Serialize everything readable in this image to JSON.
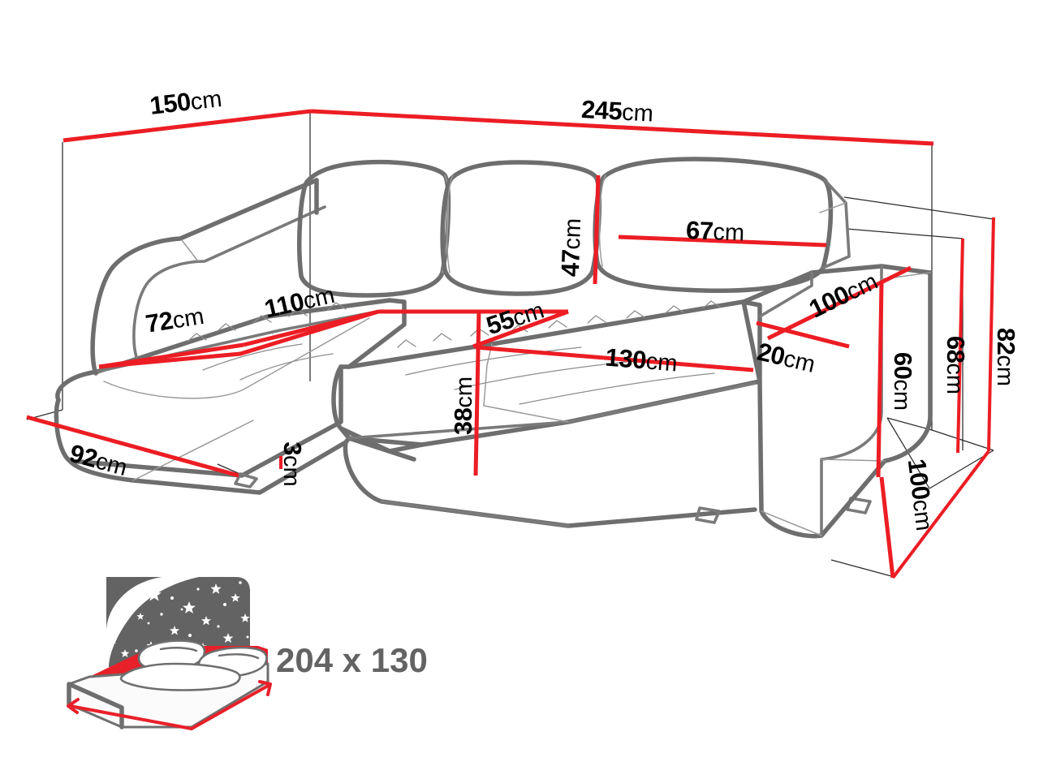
{
  "diagram": {
    "title": "Corner sofa bed dimension drawing",
    "unit_suffix": "cm",
    "colors": {
      "dimension_red": "#ec1d24",
      "outline_gray": "#6e6e6e",
      "icon_gray": "#636363",
      "mattress_red": "#e8202a",
      "background": "#ffffff"
    }
  },
  "dimensions": {
    "overall_depth_left": {
      "value": "150",
      "unit": "cm",
      "name": "overall-depth-left"
    },
    "overall_width_top": {
      "value": "245",
      "unit": "cm",
      "name": "overall-width-top"
    },
    "backrest_height": {
      "value": "47",
      "unit": "cm",
      "name": "backrest-cushion-height"
    },
    "backrest_width": {
      "value": "67",
      "unit": "cm",
      "name": "backrest-cushion-width"
    },
    "chaise_seat_depth": {
      "value": "72",
      "unit": "cm",
      "name": "chaise-seat-depth"
    },
    "chaise_seat_length": {
      "value": "110",
      "unit": "cm",
      "name": "chaise-seat-length"
    },
    "corner_seat_depth": {
      "value": "55",
      "unit": "cm",
      "name": "corner-seat-depth"
    },
    "seat_width_main": {
      "value": "130",
      "unit": "cm",
      "name": "main-seat-width"
    },
    "seat_height": {
      "value": "38",
      "unit": "cm",
      "name": "seat-height"
    },
    "armrest_depth": {
      "value": "100",
      "unit": "cm",
      "name": "armrest-depth"
    },
    "armrest_width": {
      "value": "20",
      "unit": "cm",
      "name": "armrest-width"
    },
    "armrest_height": {
      "value": "60",
      "unit": "cm",
      "name": "armrest-height"
    },
    "back_height_inner": {
      "value": "68",
      "unit": "cm",
      "name": "back-height-inner"
    },
    "total_height": {
      "value": "82",
      "unit": "cm",
      "name": "total-height"
    },
    "side_depth_right": {
      "value": "100",
      "unit": "cm",
      "name": "side-depth-right"
    },
    "chaise_base_depth": {
      "value": "92",
      "unit": "cm",
      "name": "chaise-base-depth"
    },
    "foot_height": {
      "value": "3",
      "unit": "cm",
      "name": "foot-height"
    }
  },
  "sleeping_area": {
    "label": "204 x 130",
    "icon_name": "starry-night-bed-icon"
  }
}
